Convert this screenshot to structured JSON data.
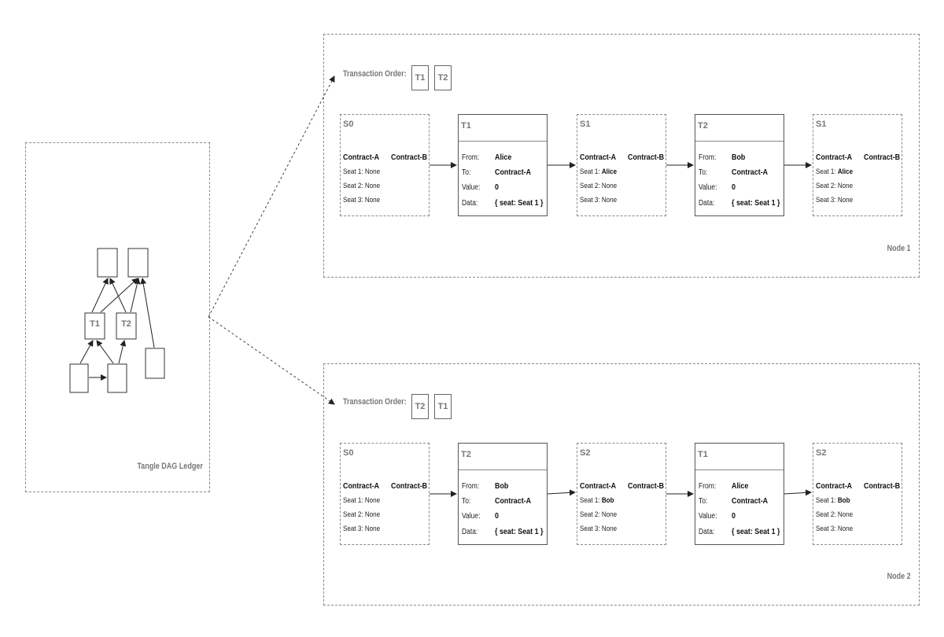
{
  "ledger": {
    "label": "Tangle DAG Ledger",
    "tx_labels": [
      "T1",
      "T2"
    ]
  },
  "nodes": [
    {
      "label": "Node 1",
      "order_label": "Transaction Order:",
      "order": [
        "T1",
        "T2"
      ],
      "states": [
        {
          "title": "S0",
          "contract_a": "Contract-A",
          "contract_b": "Contract-B",
          "seats": [
            {
              "key": "Seat 1:",
              "value": "None",
              "bold": false
            },
            {
              "key": "Seat 2:",
              "value": "None",
              "bold": false
            },
            {
              "key": "Seat 3:",
              "value": "None",
              "bold": false
            }
          ]
        },
        {
          "title": "S1",
          "contract_a": "Contract-A",
          "contract_b": "Contract-B",
          "seats": [
            {
              "key": "Seat 1:",
              "value": "Alice",
              "bold": true
            },
            {
              "key": "Seat 2:",
              "value": "None",
              "bold": false
            },
            {
              "key": "Seat 3:",
              "value": "None",
              "bold": false
            }
          ]
        },
        {
          "title": "S1",
          "contract_a": "Contract-A",
          "contract_b": "Contract-B",
          "seats": [
            {
              "key": "Seat 1:",
              "value": "Alice",
              "bold": true
            },
            {
              "key": "Seat 2:",
              "value": "None",
              "bold": false
            },
            {
              "key": "Seat 3:",
              "value": "None",
              "bold": false
            }
          ]
        }
      ],
      "transactions": [
        {
          "title": "T1",
          "from_key": "From:",
          "from": "Alice",
          "to_key": "To:",
          "to": "Contract-A",
          "value_key": "Value:",
          "value": "0",
          "data_key": "Data:",
          "data": "{ seat: Seat 1 }"
        },
        {
          "title": "T2",
          "from_key": "From:",
          "from": "Bob",
          "to_key": "To:",
          "to": "Contract-A",
          "value_key": "Value:",
          "value": "0",
          "data_key": "Data:",
          "data": "{ seat: Seat 1 }"
        }
      ]
    },
    {
      "label": "Node 2",
      "order_label": "Transaction Order:",
      "order": [
        "T2",
        "T1"
      ],
      "states": [
        {
          "title": "S0",
          "contract_a": "Contract-A",
          "contract_b": "Contract-B",
          "seats": [
            {
              "key": "Seat 1:",
              "value": "None",
              "bold": false
            },
            {
              "key": "Seat 2:",
              "value": "None",
              "bold": false
            },
            {
              "key": "Seat 3:",
              "value": "None",
              "bold": false
            }
          ]
        },
        {
          "title": "S2",
          "contract_a": "Contract-A",
          "contract_b": "Contract-B",
          "seats": [
            {
              "key": "Seat 1:",
              "value": "Bob",
              "bold": true
            },
            {
              "key": "Seat 2:",
              "value": "None",
              "bold": false
            },
            {
              "key": "Seat 3:",
              "value": "None",
              "bold": false
            }
          ]
        },
        {
          "title": "S2",
          "contract_a": "Contract-A",
          "contract_b": "Contract-B",
          "seats": [
            {
              "key": "Seat 1:",
              "value": "Bob",
              "bold": true
            },
            {
              "key": "Seat 2:",
              "value": "None",
              "bold": false
            },
            {
              "key": "Seat 3:",
              "value": "None",
              "bold": false
            }
          ]
        }
      ],
      "transactions": [
        {
          "title": "T2",
          "from_key": "From:",
          "from": "Bob",
          "to_key": "To:",
          "to": "Contract-A",
          "value_key": "Value:",
          "value": "0",
          "data_key": "Data:",
          "data": "{ seat: Seat 1 }"
        },
        {
          "title": "T1",
          "from_key": "From:",
          "from": "Alice",
          "to_key": "To:",
          "to": "Contract-A",
          "value_key": "Value:",
          "value": "0",
          "data_key": "Data:",
          "data": "{ seat: Seat 1 }"
        }
      ]
    }
  ]
}
